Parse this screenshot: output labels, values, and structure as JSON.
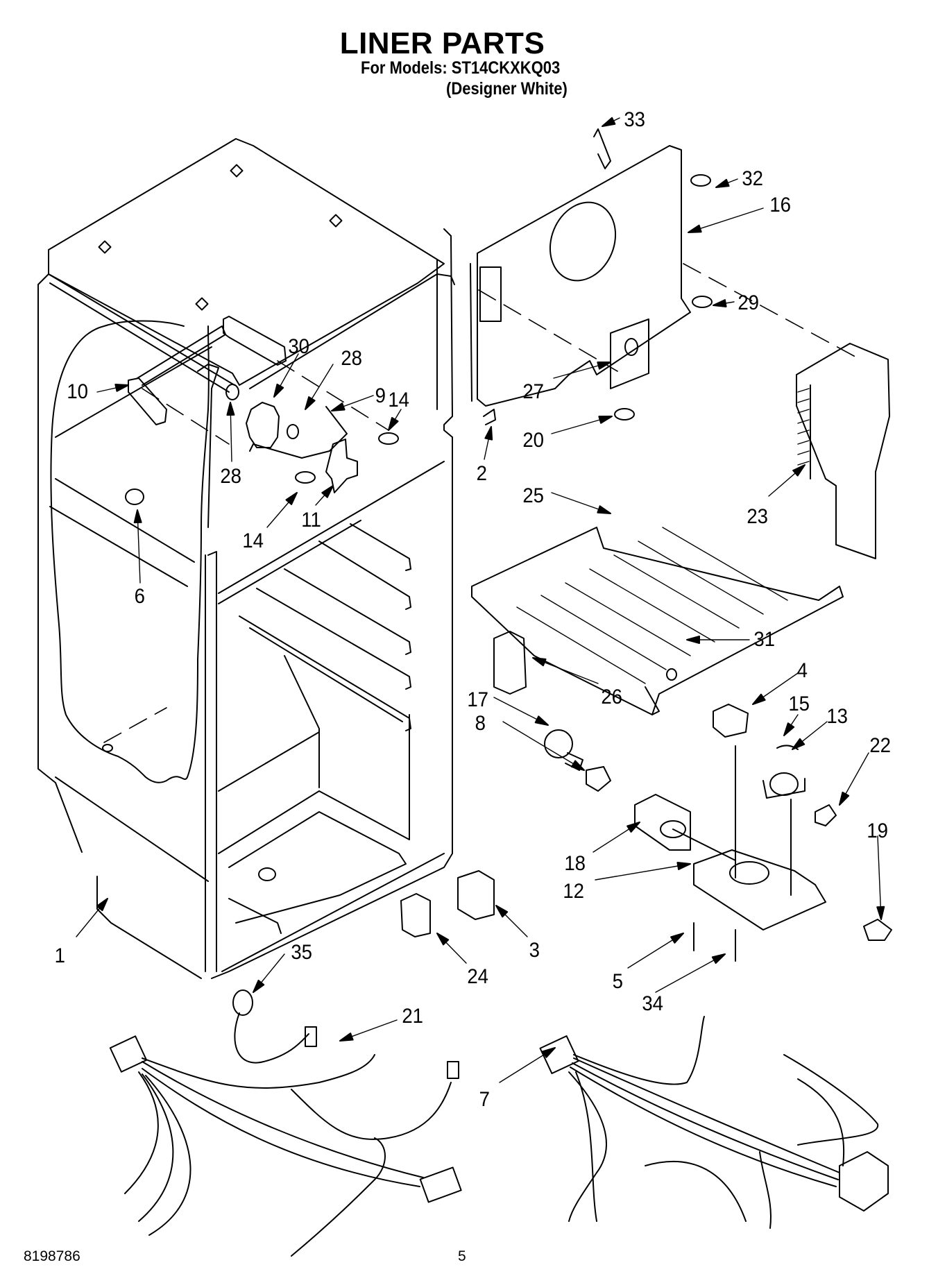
{
  "header": {
    "title": "LINER PARTS",
    "models_line": "For Models: ST14CKXKQ03",
    "variant_line": "(Designer White)"
  },
  "callouts": [
    {
      "id": "c1",
      "label": "1",
      "part": "liner-cabinet"
    },
    {
      "id": "c2",
      "label": "2",
      "part": "push-pin"
    },
    {
      "id": "c3",
      "label": "3",
      "part": "connector-block"
    },
    {
      "id": "c4",
      "label": "4",
      "part": "control-knob-housing"
    },
    {
      "id": "c5",
      "label": "5",
      "part": "screw"
    },
    {
      "id": "c6",
      "label": "6",
      "part": "plug-button"
    },
    {
      "id": "c7",
      "label": "7",
      "part": "wire-harness-lower"
    },
    {
      "id": "c8",
      "label": "8",
      "part": "lamp-socket"
    },
    {
      "id": "c9",
      "label": "9",
      "part": "fan-bracket"
    },
    {
      "id": "c10",
      "label": "10",
      "part": "mounting-bracket"
    },
    {
      "id": "c11",
      "label": "11",
      "part": "fan-blade"
    },
    {
      "id": "c12",
      "label": "12",
      "part": "control-housing"
    },
    {
      "id": "c13",
      "label": "13",
      "part": "thermostat"
    },
    {
      "id": "c14a",
      "label": "14",
      "part": "screw-upper"
    },
    {
      "id": "c14b",
      "label": "14",
      "part": "screw-lower"
    },
    {
      "id": "c15",
      "label": "15",
      "part": "tube"
    },
    {
      "id": "c16",
      "label": "16",
      "part": "evaporator-cover"
    },
    {
      "id": "c17",
      "label": "17",
      "part": "light-bulb"
    },
    {
      "id": "c18",
      "label": "18",
      "part": "lamp-shield"
    },
    {
      "id": "c19",
      "label": "19",
      "part": "switch"
    },
    {
      "id": "c20",
      "label": "20",
      "part": "screw"
    },
    {
      "id": "c21",
      "label": "21",
      "part": "wire-harness-upper"
    },
    {
      "id": "c22",
      "label": "22",
      "part": "clip"
    },
    {
      "id": "c23",
      "label": "23",
      "part": "air-duct"
    },
    {
      "id": "c24",
      "label": "24",
      "part": "connector"
    },
    {
      "id": "c25",
      "label": "25",
      "part": "shelf-panel"
    },
    {
      "id": "c26",
      "label": "26",
      "part": "terminal-block"
    },
    {
      "id": "c27",
      "label": "27",
      "part": "cover-plate"
    },
    {
      "id": "c28a",
      "label": "28",
      "part": "grommet-upper"
    },
    {
      "id": "c28b",
      "label": "28",
      "part": "grommet-lower"
    },
    {
      "id": "c29",
      "label": "29",
      "part": "screw"
    },
    {
      "id": "c30",
      "label": "30",
      "part": "fan-motor"
    },
    {
      "id": "c31",
      "label": "31",
      "part": "push-rivet"
    },
    {
      "id": "c32",
      "label": "32",
      "part": "screw"
    },
    {
      "id": "c33",
      "label": "33",
      "part": "clip"
    },
    {
      "id": "c34",
      "label": "34",
      "part": "screw"
    },
    {
      "id": "c35",
      "label": "35",
      "part": "defrost-sensor"
    }
  ],
  "footer": {
    "document_number": "8198786",
    "page_number": "5"
  }
}
